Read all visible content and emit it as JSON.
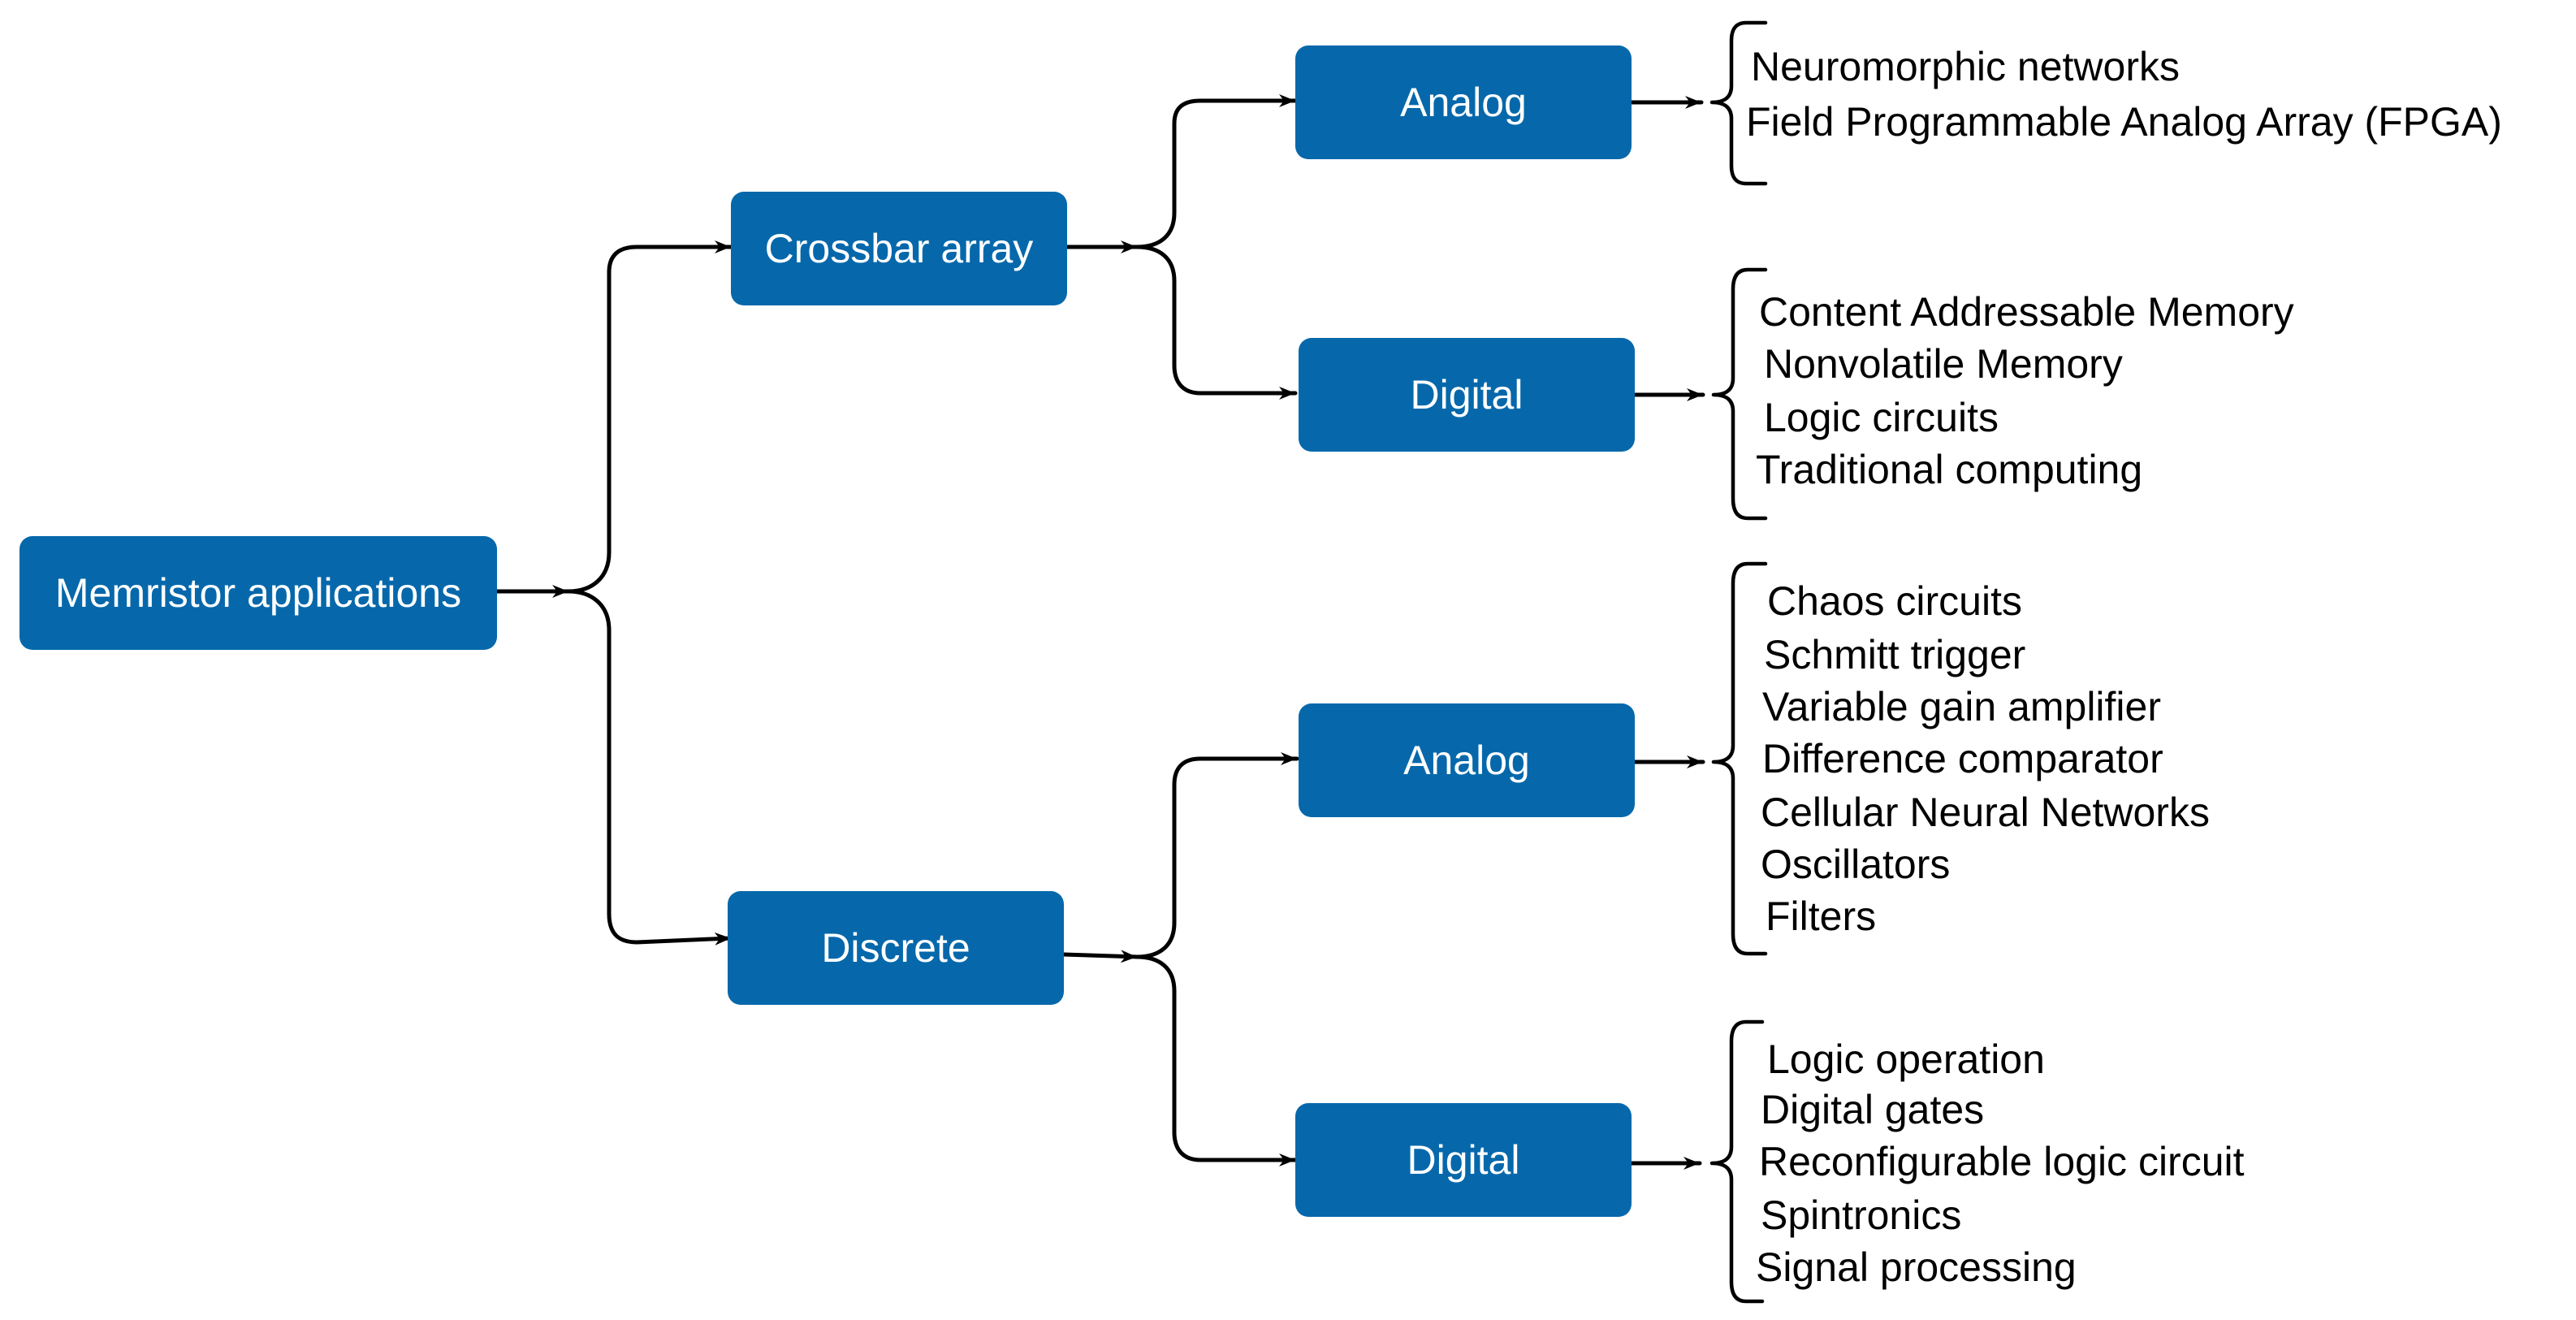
{
  "colors": {
    "node_fill": "#0668ab",
    "node_text": "#ffffff",
    "line": "#000000"
  },
  "root": {
    "label": "Memristor applications"
  },
  "branches": [
    {
      "label": "Crossbar array",
      "children": [
        {
          "label": "Analog",
          "items": [
            "Neuromorphic networks",
            "Field Programmable Analog Array (FPGA)"
          ]
        },
        {
          "label": "Digital",
          "items": [
            "Content Addressable Memory",
            "Nonvolatile Memory",
            "Logic circuits",
            "Traditional computing"
          ]
        }
      ]
    },
    {
      "label": "Discrete",
      "children": [
        {
          "label": "Analog",
          "items": [
            "Chaos circuits",
            "Schmitt trigger",
            "Variable gain amplifier",
            "Difference comparator",
            "Cellular Neural Networks",
            "Oscillators",
            "Filters"
          ]
        },
        {
          "label": "Digital",
          "items": [
            "Logic operation",
            "Digital gates",
            "Reconfigurable logic circuit",
            "Spintronics",
            "Signal processing"
          ]
        }
      ]
    }
  ]
}
